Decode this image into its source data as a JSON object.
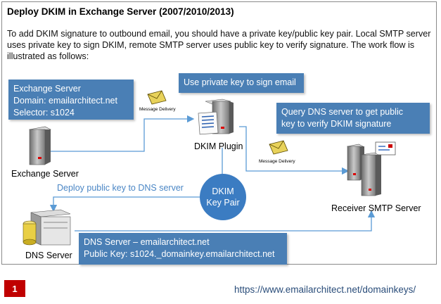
{
  "title": "Deploy DKIM in Exchange Server (2007/2010/2013)",
  "intro": "To add DKIM signature to outbound email, you should have a private key/public key pair. Local SMTP server uses private key to sign DKIM, remote SMTP server uses public key to verify signature. The work flow is illustrated as follows:",
  "callouts": {
    "exchange": {
      "line1": "Exchange Server",
      "line2": "Domain: emailarchitect.net",
      "line3": "Selector: s1024"
    },
    "sign": {
      "line1": "Use private key to sign email"
    },
    "query": {
      "line1": "Query DNS server to get public",
      "line2": "key to verify DKIM signature"
    },
    "dns": {
      "line1": "DNS Server – emailarchitect.net",
      "line2": "Public Key: s1024._domainkey.emailarchitect.net"
    }
  },
  "labels": {
    "exchange_server": "Exchange Server",
    "dkim_plugin": "DKIM Plugin",
    "receiver": "Receiver SMTP Server",
    "dns_server": "DNS Server",
    "message_delivery_1": "Message Delivery",
    "message_delivery_2": "Message Delivery",
    "deploy": "Deploy public key to DNS server"
  },
  "keypair": {
    "line1": "DKIM",
    "line2": "Key Pair"
  },
  "slide_number": "1",
  "url": "https://www.emailarchitect.net/domainkeys/",
  "colors": {
    "callout": "#4a7fb5",
    "arrow": "#5b9bd5",
    "keypair": "#3b7cc2",
    "badge": "#c00000"
  }
}
